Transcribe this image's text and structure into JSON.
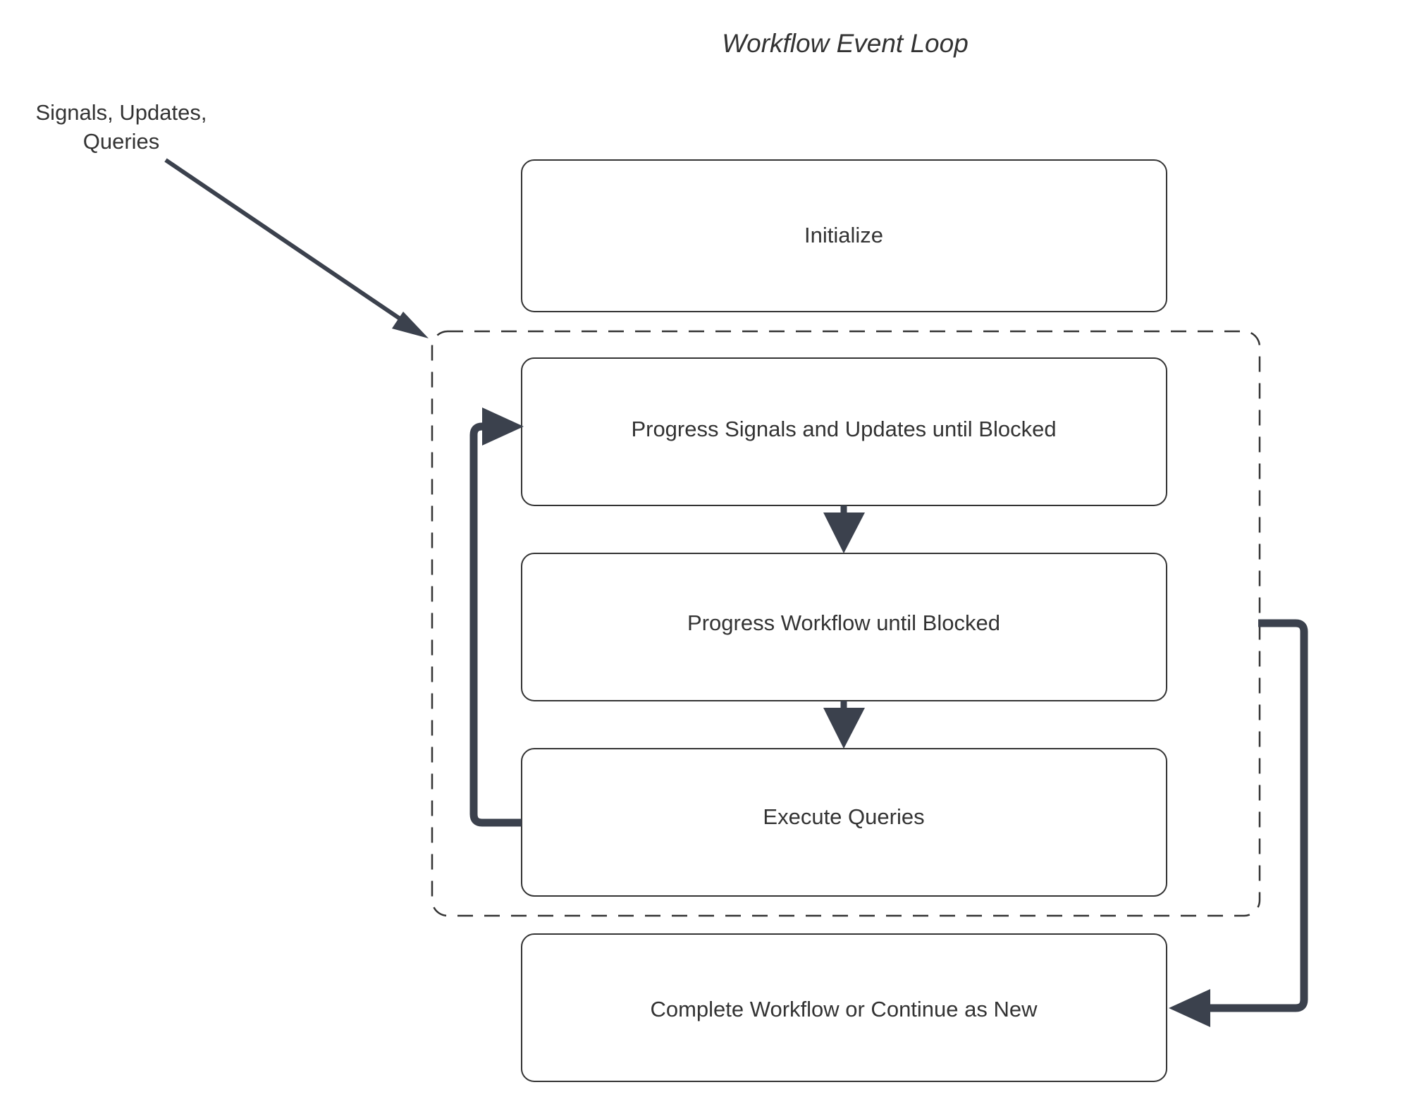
{
  "diagram": {
    "title": "Workflow Event Loop",
    "colors": {
      "background": "#ffffff",
      "node_stroke": "#333333",
      "node_fill": "#ffffff",
      "edge": "#3b414d",
      "text": "#333333",
      "group_border": "#333333"
    },
    "edge_labels": {
      "inbound_line1": "Signals, Updates,",
      "inbound_line2": "Queries"
    },
    "nodes": [
      {
        "id": "initialize",
        "label": "Initialize"
      },
      {
        "id": "progress-signals",
        "label": "Progress Signals and Updates until Blocked"
      },
      {
        "id": "progress-workflow",
        "label": "Progress Workflow until Blocked"
      },
      {
        "id": "execute-queries",
        "label": "Execute Queries"
      },
      {
        "id": "complete-workflow",
        "label": "Complete Workflow or Continue as New"
      }
    ],
    "group": {
      "id": "event-loop-group",
      "label": "",
      "style": "dashed"
    },
    "edges": [
      {
        "from": "external-inbound",
        "to": "event-loop-group",
        "style": "solid-diagonal",
        "label": "Signals, Updates, Queries"
      },
      {
        "from": "progress-signals",
        "to": "progress-workflow",
        "style": "solid-vertical",
        "label": ""
      },
      {
        "from": "progress-workflow",
        "to": "execute-queries",
        "style": "solid-vertical",
        "label": ""
      },
      {
        "from": "execute-queries",
        "to": "progress-signals",
        "style": "loop-left",
        "label": ""
      },
      {
        "from": "progress-workflow",
        "to": "complete-workflow",
        "style": "loop-right",
        "label": ""
      }
    ]
  }
}
